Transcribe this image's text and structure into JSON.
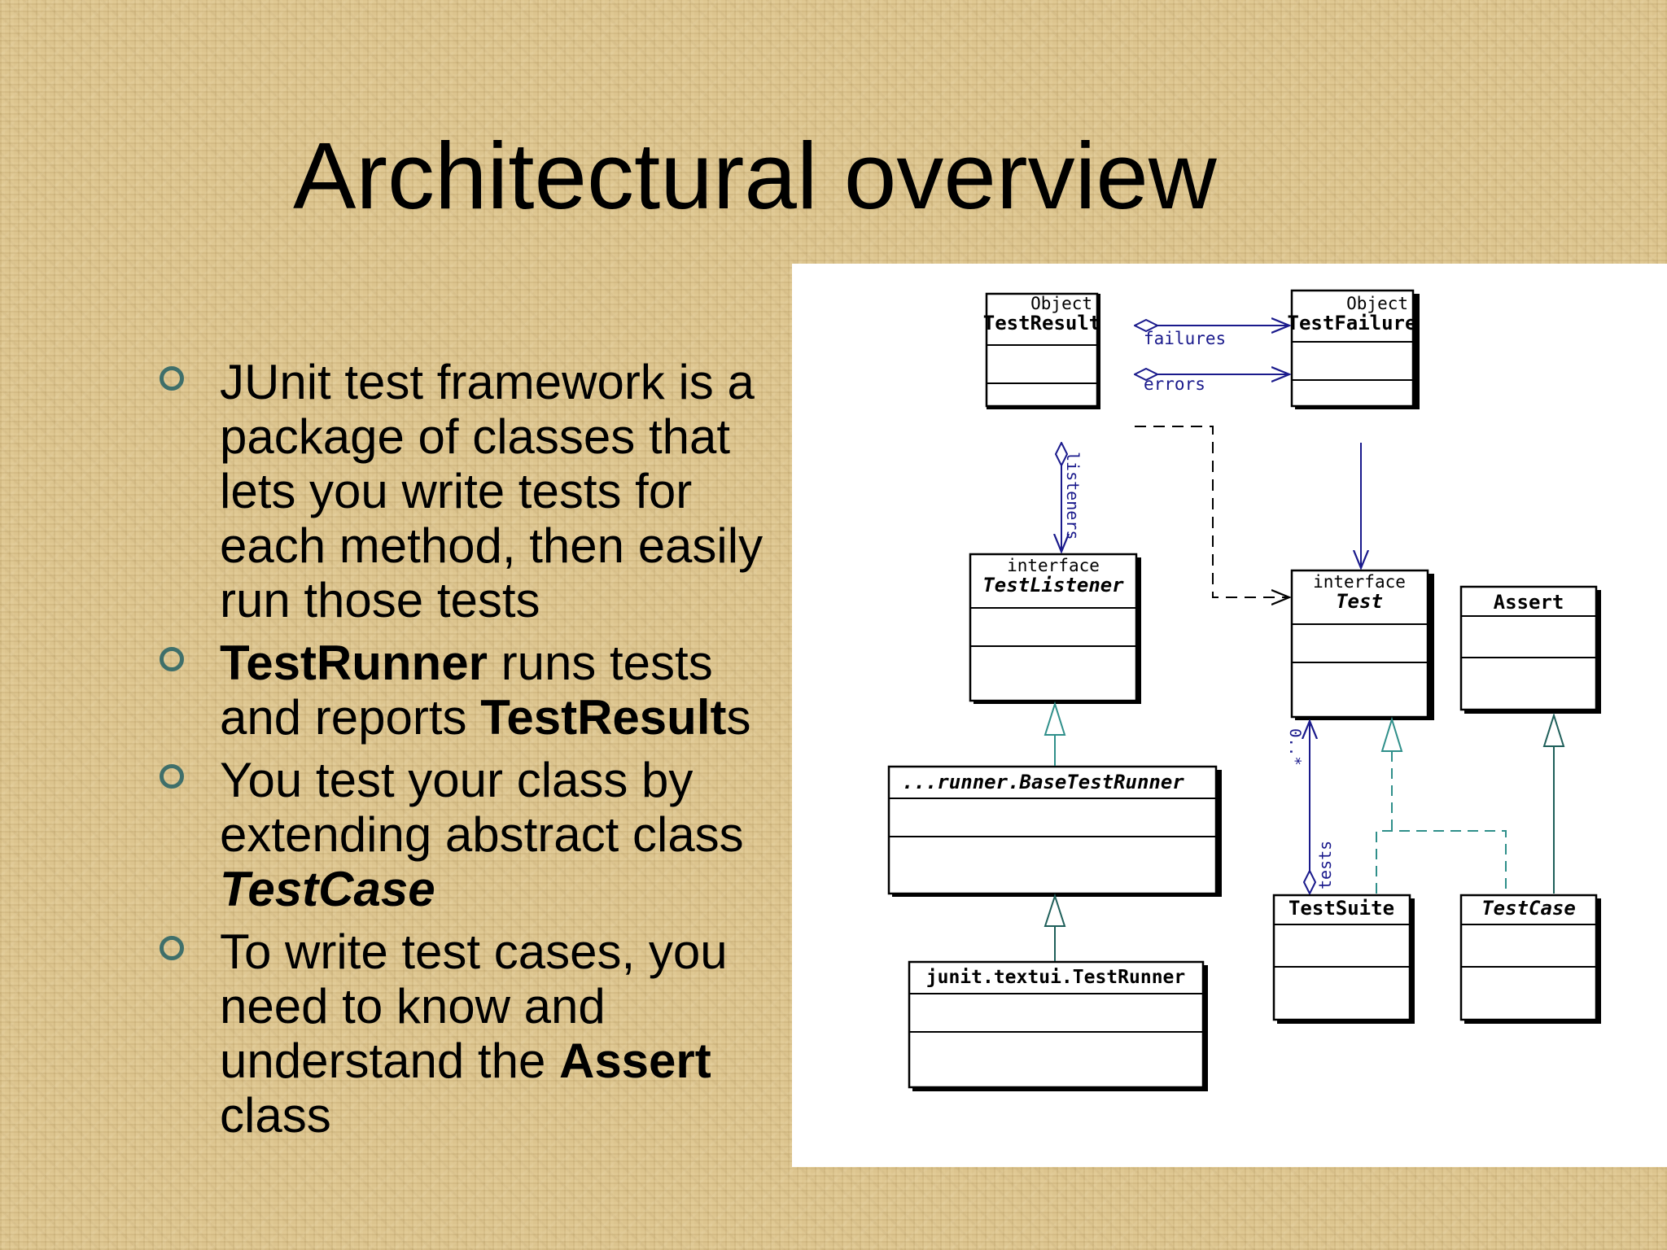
{
  "slide": {
    "title": "Architectural overview",
    "bullets": [
      {
        "parts": [
          {
            "text": "JUnit test framework is a package of classes that lets you write tests for each method, then easily run those tests",
            "style": "normal"
          }
        ]
      },
      {
        "parts": [
          {
            "text": "TestRunner",
            "style": "bold"
          },
          {
            "text": " runs tests and reports ",
            "style": "normal"
          },
          {
            "text": "TestResult",
            "style": "bold"
          },
          {
            "text": "s",
            "style": "normal"
          }
        ]
      },
      {
        "parts": [
          {
            "text": "You test your class by extending abstract class ",
            "style": "normal"
          },
          {
            "text": "TestCase",
            "style": "bold-italic"
          }
        ]
      },
      {
        "parts": [
          {
            "text": "To write test cases, you need to know and understand the ",
            "style": "normal"
          },
          {
            "text": "Assert",
            "style": "bold"
          },
          {
            "text": " class",
            "style": "normal"
          }
        ]
      }
    ]
  },
  "diagram": {
    "classes": {
      "test_result": {
        "stereotype": "Object",
        "name": "TestResult"
      },
      "test_failure": {
        "stereotype": "Object",
        "name": "TestFailure"
      },
      "test_listener": {
        "stereotype": "interface",
        "name": "TestListener"
      },
      "test": {
        "stereotype": "interface",
        "name": "Test"
      },
      "assert": {
        "name": "Assert"
      },
      "base_test_runner": {
        "name": "...runner.BaseTestRunner"
      },
      "textui_test_runner": {
        "name": "junit.textui.TestRunner"
      },
      "test_suite": {
        "name": "TestSuite"
      },
      "test_case": {
        "name": "TestCase"
      }
    },
    "labels": {
      "failures": "failures",
      "errors": "errors",
      "listeners": "listeners",
      "tests": "tests",
      "multiplicity": "0..*"
    },
    "colors": {
      "association": "#1a1a8c",
      "realization": "#2f8f8a",
      "generalization": "#1f5f5a",
      "dependency": "#000000"
    }
  }
}
